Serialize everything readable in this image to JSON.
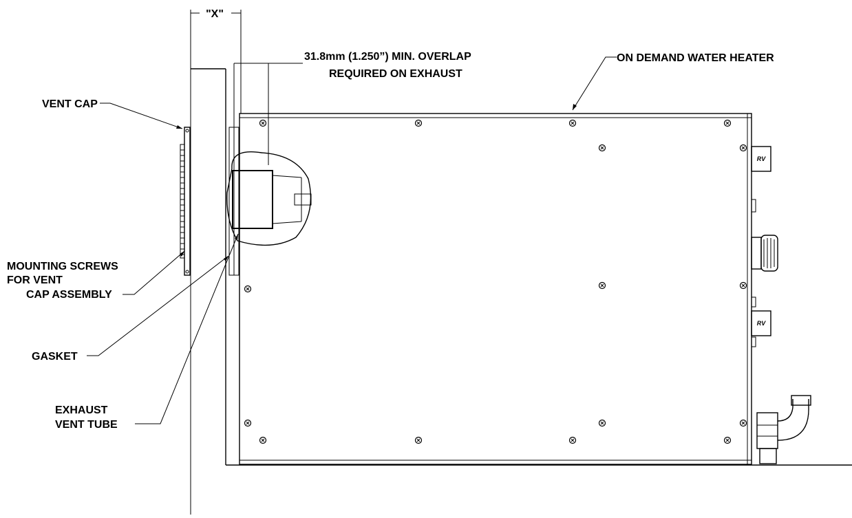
{
  "diagram": {
    "dimension_label": "\"X\"",
    "overlap_line1": "31.8mm (1.250”) MIN. OVERLAP",
    "overlap_line2": "REQUIRED ON EXHAUST",
    "heater_label": "ON DEMAND WATER HEATER",
    "vent_cap_label": "VENT CAP",
    "mounting_line1": "MOUNTING SCREWS",
    "mounting_line2": "FOR VENT",
    "mounting_line3": "CAP ASSEMBLY",
    "gasket_label": "GASKET",
    "exhaust_line1": "EXHAUST",
    "exhaust_line2": "VENT TUBE",
    "fitting_text": "RV"
  }
}
